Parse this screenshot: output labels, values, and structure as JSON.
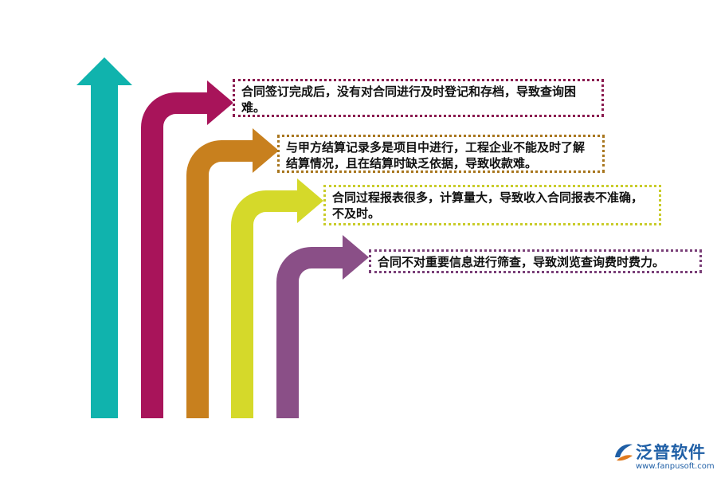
{
  "colors": {
    "teal": "#10b3ad",
    "crimson": "#a8145a",
    "orange": "#c8801e",
    "lime": "#d5d92a",
    "purple": "#8a4f87"
  },
  "notes": [
    {
      "text": "合同签订完成后，没有对合同进行及时登记和存档，导致查询困难。",
      "border_color": "#8a1a4f"
    },
    {
      "text": "与甲方结算记录多是项目中进行，工程企业不能及时了解结算情况，且在结算时缺乏依据，导致收款难。",
      "border_color": "#a8761e"
    },
    {
      "text": "合同过程报表很多，计算量大，导致收入合同报表不准确，不及时。",
      "border_color": "#c9cc2a"
    },
    {
      "text": "合同不对重要信息进行筛查，导致浏览查询费时费力。",
      "border_color": "#7a3f78"
    }
  ],
  "watermark": {
    "name": "泛普软件",
    "url": "www.fanpusoft.com",
    "logo_icon": "fanpu-logo-icon"
  }
}
